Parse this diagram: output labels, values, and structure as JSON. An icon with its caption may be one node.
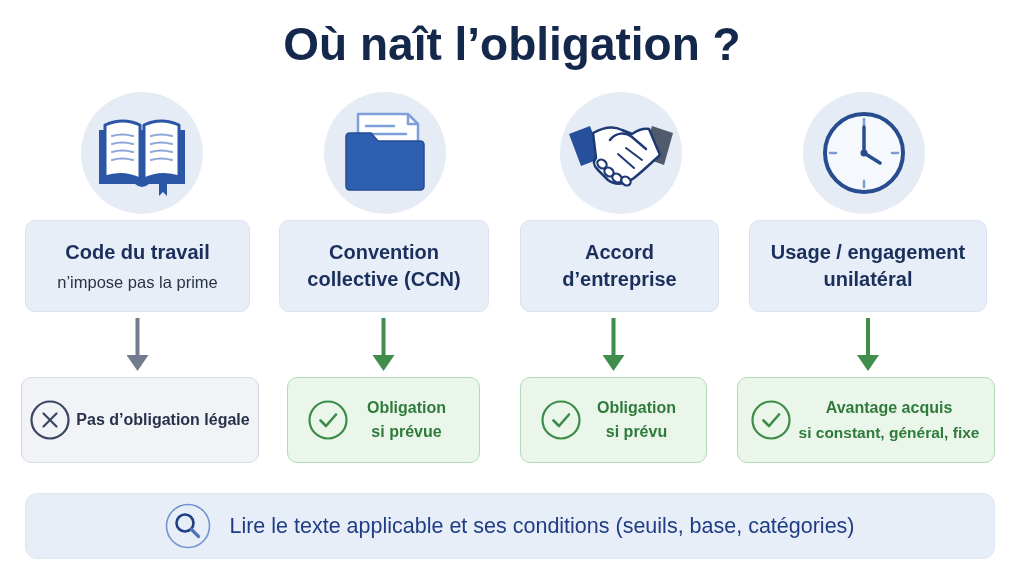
{
  "diagram": {
    "title": "Où naît l’obligation ?",
    "nodes": [
      {
        "text": [
          "Code du travail",
          "n’impose pas la prime"
        ]
      },
      {
        "text": [
          "Convention collective (CCN)"
        ]
      },
      {
        "text": [
          "Accord d’entreprise"
        ]
      },
      {
        "text": [
          "Usage / engagement unilatéral"
        ]
      },
      {
        "text": [
          "Pas d’obligation légale"
        ]
      },
      {
        "text": [
          "Obligation si prévue"
        ]
      },
      {
        "text": [
          "Obligation si prévu"
        ]
      },
      {
        "text": [
          "Avantage acquis",
          "si constant, général, fixe"
        ]
      },
      {
        "text": [
          "Lire le texte applicable et ses conditions (seuils, base, catégories)"
        ]
      }
    ],
    "edges": [
      {
        "from": 0,
        "to": 4,
        "arrow": "to",
        "color": "#737c8e"
      },
      {
        "from": 1,
        "to": 5,
        "arrow": "to"
      },
      {
        "from": 2,
        "to": 6,
        "arrow": "to"
      },
      {
        "from": 3,
        "to": 7,
        "arrow": "to"
      }
    ]
  }
}
